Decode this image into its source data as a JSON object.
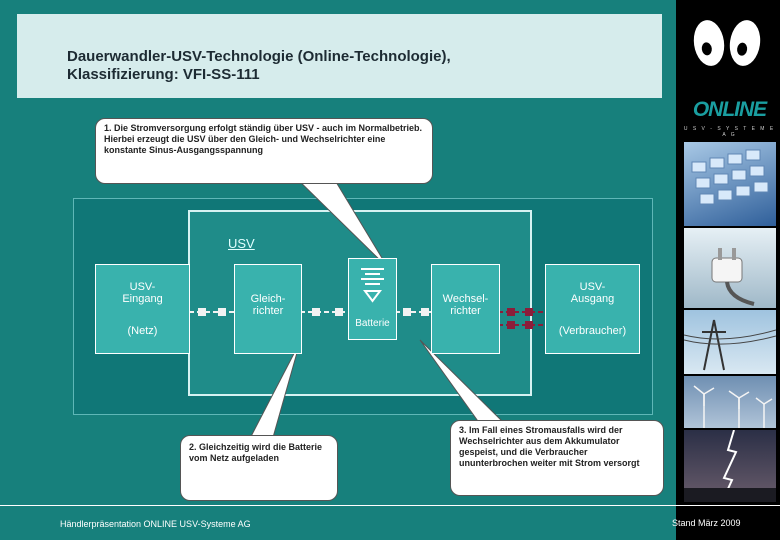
{
  "header": {
    "title_line1": "Dauerwandler-USV-Technologie (Online-Technologie),",
    "title_line2": "Klassifizierung: VFI-SS-111"
  },
  "logo": {
    "name": "ONLINE",
    "subtitle": "U S V - S Y S T E M E  A G"
  },
  "callouts": {
    "c1": "1. Die Stromversorgung erfolgt ständig über USV - auch im Normalbetrieb. Hierbei erzeugt die USV über den Gleich- und Wechselrichter eine konstante Sinus-Ausgangsspannung",
    "c2": "2. Gleichzeitig wird die Batterie vom Netz aufgeladen",
    "c3": "3. Im Fall eines Stromausfalls wird der Wechselrichter aus dem Akkumulator gespeist, und die Verbraucher ununterbrochen weiter mit Strom versorgt"
  },
  "diagram": {
    "usv_label": "USV",
    "input_line1": "USV-",
    "input_line2": "Eingang",
    "input_line3": "(Netz)",
    "rectifier_line1": "Gleich-",
    "rectifier_line2": "richter",
    "battery": "Batterie",
    "inverter_line1": "Wechsel-",
    "inverter_line2": "richter",
    "output_line1": "USV-",
    "output_line2": "Ausgang",
    "output_line3": "(Verbraucher)"
  },
  "colors": {
    "background": "#17807c",
    "title_bar": "#d6ecec",
    "connector_white": "#f2f2f2",
    "connector_red": "#8b1d3a"
  },
  "footer": {
    "left": "Händlerpräsentation ONLINE USV-Systeme AG",
    "right": "Stand März 2009"
  }
}
